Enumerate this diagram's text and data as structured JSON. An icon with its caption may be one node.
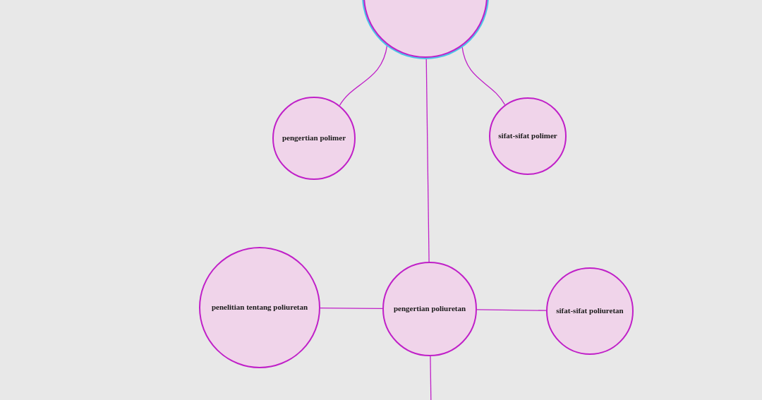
{
  "diagram": {
    "nodes": [
      {
        "text": [],
        "shape": "circle"
      },
      {
        "text": [
          "pengertian polimer"
        ]
      },
      {
        "text": [
          "sifat-sifat polimer"
        ]
      },
      {
        "text": [
          "penelitian tentang poliuretan"
        ]
      },
      {
        "text": [
          "pengertian poliuretan"
        ]
      },
      {
        "text": [
          "sifat-sifat poliuretan"
        ]
      }
    ],
    "edges": [
      {
        "from": 0,
        "to": 1,
        "arrow": "none"
      },
      {
        "from": 0,
        "to": 2,
        "arrow": "none"
      },
      {
        "from": 0,
        "to": 4,
        "arrow": "none"
      },
      {
        "from": 4,
        "to": 3,
        "arrow": "none"
      },
      {
        "from": 4,
        "to": 5,
        "arrow": "none"
      },
      {
        "from": 4,
        "to": null,
        "arrow": "none"
      }
    ]
  }
}
